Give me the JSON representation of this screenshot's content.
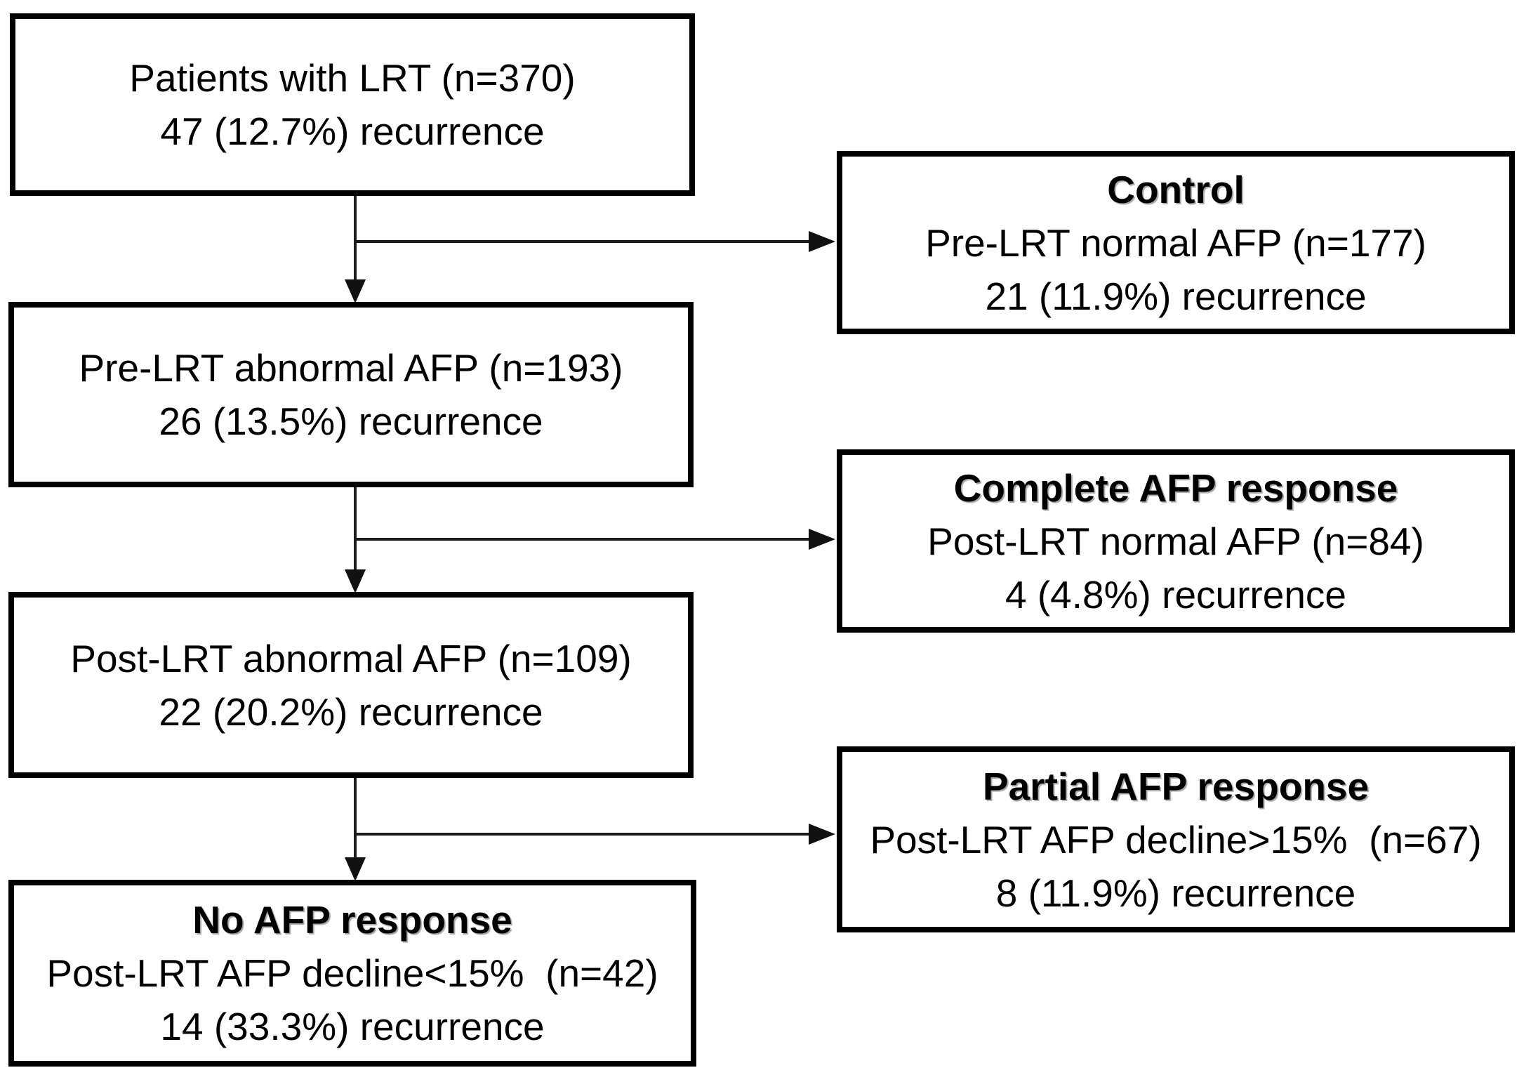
{
  "flowchart": {
    "main_path": [
      {
        "line1": "Patients with LRT (n=370)",
        "line2": "47 (12.7%) recurrence"
      },
      {
        "line1": "Pre-LRT abnormal AFP (n=193)",
        "line2": "26 (13.5%) recurrence"
      },
      {
        "line1": "Post-LRT abnormal AFP (n=109)",
        "line2": "22 (20.2%) recurrence"
      },
      {
        "heading": "No AFP response",
        "line1": "Post-LRT AFP decline<15%  (n=42)",
        "line2": "14 (33.3%) recurrence"
      }
    ],
    "branches": [
      {
        "heading": "Control",
        "line1": "Pre-LRT normal AFP (n=177)",
        "line2": "21 (11.9%) recurrence"
      },
      {
        "heading": "Complete AFP response",
        "line1": "Post-LRT normal AFP (n=84)",
        "line2": "4 (4.8%) recurrence"
      },
      {
        "heading": "Partial AFP response",
        "line1": "Post-LRT AFP decline>15%  (n=67)",
        "line2": "8 (11.9%) recurrence"
      }
    ],
    "colors": {
      "border": "#000000",
      "text": "#000000",
      "background": "#ffffff",
      "connector": "#1c1c1c"
    }
  }
}
